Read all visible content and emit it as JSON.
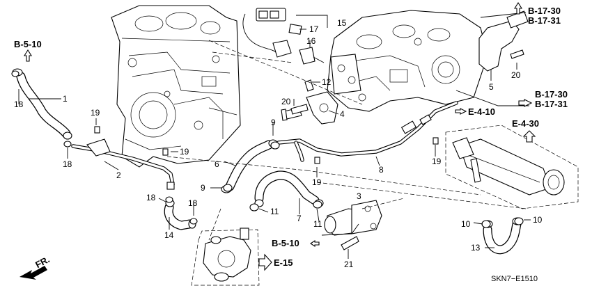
{
  "diagram_code": "SKN7−E1510",
  "front_label": "FR.",
  "refs": {
    "b_5_10_top": "B-5-10",
    "b_17_30_top": "B-17-30",
    "b_17_31_top": "B-17-31",
    "b_17_30_mid": "B-17-30",
    "b_17_31_mid": "B-17-31",
    "e_4_10": "E-4-10",
    "e_4_30": "E-4-30",
    "b_5_10_bottom": "B-5-10",
    "e_15": "E-15"
  },
  "callouts": {
    "c1": "1",
    "c2": "2",
    "c3": "3",
    "c4": "4",
    "c5": "5",
    "c6": "6",
    "c7": "7",
    "c8": "8",
    "c9a": "9",
    "c9b": "9",
    "c10a": "10",
    "c10b": "10",
    "c11a": "11",
    "c11b": "11",
    "c12": "12",
    "c13": "13",
    "c14": "14",
    "c15": "15",
    "c16": "16",
    "c17": "17",
    "c18a": "18",
    "c18b": "18",
    "c18c": "18",
    "c18d": "18",
    "c19a": "19",
    "c19b": "19",
    "c19c": "19",
    "c19d": "19",
    "c20a": "20",
    "c20b": "20",
    "c21": "21"
  }
}
